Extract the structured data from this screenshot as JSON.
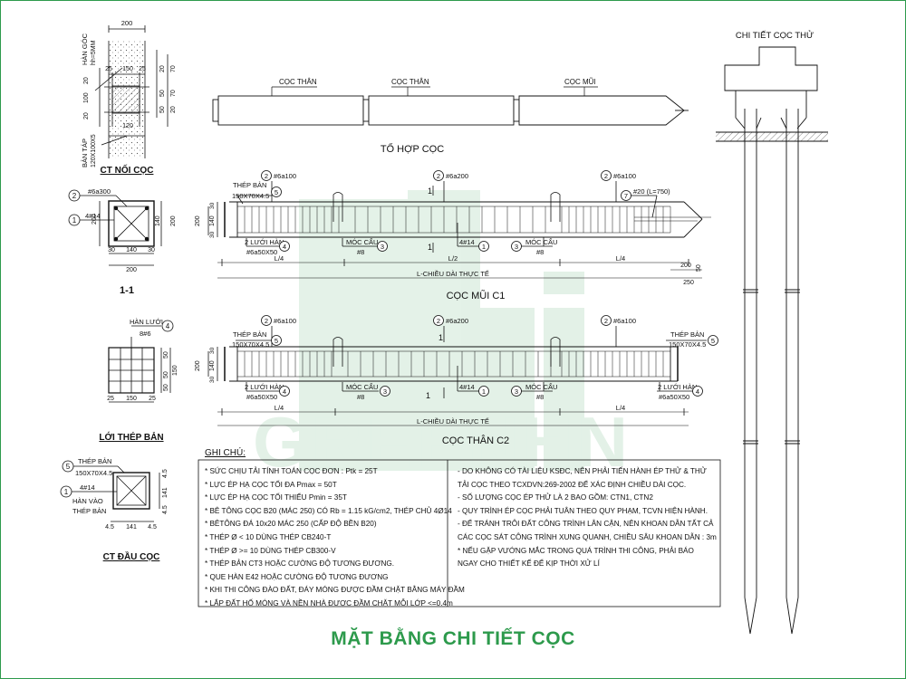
{
  "title": "MẶT BẰNG CHI TIẾT CỌC",
  "watermark": "GREENHN",
  "accent_color": "#2d9a4c",
  "hatch_color": "#444444",
  "test_pile": {
    "title": "CHI TIẾT CỌC THỬ"
  },
  "assembly": {
    "title": "TỔ HỢP CỌC",
    "labels": [
      "CỌC THÂN",
      "CỌC THÂN",
      "CỌC MŨI"
    ]
  },
  "joint": {
    "title": "CT NỐI CỌC",
    "dims": [
      "200",
      "25",
      "150",
      "25",
      "20",
      "70",
      "20",
      "100",
      "20",
      "70",
      "120",
      "50",
      "50",
      "20"
    ],
    "weld_label": "HÀN GÓC",
    "weld_size": "hh=5MM",
    "plate_label": "BẢN TÁP",
    "plate_size": "120X100X5"
  },
  "section_11": {
    "title": "1-1",
    "tag_top": "#6a300",
    "tag_top_num": "2",
    "tag_bar": "4#14",
    "tag_bar_num": "1",
    "dims": [
      "200",
      "140",
      "30",
      "30",
      "200",
      "140",
      "30",
      "30"
    ]
  },
  "mesh": {
    "title": "LỚI THÉP BẢN",
    "weld_label": "HÀN LƯỚI",
    "bar": "8#6",
    "num": "4",
    "dims": [
      "50",
      "50",
      "50",
      "150",
      "25",
      "150",
      "25"
    ]
  },
  "head": {
    "title": "CT ĐẦU CỌC",
    "plate_label": "THÉP BẢN",
    "plate_size": "150X70X4.5",
    "plate_num": "5",
    "bar": "4#14",
    "bar_num": "1",
    "weld_label": "HÀN VÀO",
    "weld_label2": "THÉP BẢN",
    "dims": [
      "4.5",
      "141",
      "4.5",
      "4.5",
      "141",
      "4.5"
    ]
  },
  "tip_pile": {
    "title": "CỌC MŨI C1",
    "stirrups": [
      "#6a100",
      "#6a200",
      "#6a100"
    ],
    "stirrup_num": "2",
    "plate_label": "THÉP BẢN",
    "plate_size": "150X70X4.5",
    "plate_num": "5",
    "mesh_label": "2 LƯỚI HÀN",
    "mesh_size": "#6a50X50",
    "mesh_num": "4",
    "hook_label": "MÓC CẨU",
    "hook_bar": "#8",
    "hook_num": "3",
    "main_bar": "4#14",
    "main_num": "1",
    "tip_bar": "#20 (L=750)",
    "tip_num": "7",
    "section_mark": "1",
    "dims": [
      "L/4",
      "L/2",
      "L/4",
      "L-CHIỀU DÀI THỰC TẾ",
      "200",
      "50",
      "250",
      "200",
      "140",
      "30",
      "30"
    ]
  },
  "body_pile": {
    "title": "CỌC THÂN C2",
    "stirrups": [
      "#6a100",
      "#6a200",
      "#6a100"
    ],
    "stirrup_num": "2",
    "plate_label": "THÉP BẢN",
    "plate_size": "150X70X4.5",
    "plate_num": "5",
    "mesh_label": "2 LƯỚI HÀN",
    "mesh_size": "#6a50X50",
    "mesh_num": "4",
    "hook_label": "MÓC CẨU",
    "hook_bar": "#8",
    "hook_num": "3",
    "main_bar": "4#14",
    "main_num": "1",
    "section_mark": "1",
    "dims": [
      "L/4",
      "L/4",
      "L-CHIỀU DÀI THỰC TẾ",
      "200",
      "140",
      "30",
      "30"
    ]
  },
  "notes": {
    "heading": "GHI CHÚ:",
    "left": [
      "SỨC CHỊU TẢI TÍNH TOÁN CỌC ĐƠN :   Ptk = 25T",
      "LỰC ÉP HẠ CỌC TỐI ĐA Pmax = 50T",
      "LỰC ÉP HẠ CỌC TỐI THIỂU Pmin = 35T",
      "BÊ TÔNG CỌC B20 (MÁC 250) CÓ Rb = 1.15 kG/cm2, THÉP CHỦ 4Ø14",
      "BÊTÔNG ĐÁ 10x20 MÁC 250 (CẤP ĐỘ BỀN B20)",
      "THÉP Ø < 10 DÙNG THÉP CB240-T",
      "THÉP Ø >= 10 DÙNG THÉP CB300-V",
      "THÉP BẢN CT3 HOẶC CƯỜNG ĐỘ TƯƠNG ĐƯƠNG.",
      "QUE HÀN E42 HOẶC CƯỜNG ĐỘ TƯƠNG ĐƯƠNG",
      "KHI THI CÔNG ĐÀO ĐẤT, ĐÁY MÓNG ĐƯỢC ĐẦM CHẶT BẰNG MÁY ĐẦM",
      "LẮP ĐẤT HỐ MÓNG VÀ NỀN NHÀ ĐƯỢC ĐẦM CHẶT MỖI LỚP <=0.4m"
    ],
    "right": [
      "-   DO KHÔNG CÓ TÀI LIỆU KSĐC, NÊN PHẢI TIẾN HÀNH ÉP THỬ & THỬ",
      "TẢI CỌC THEO TCXDVN:269-2002 ĐỂ XÁC ĐỊNH CHIỀU DÀI CỌC.",
      "-   SỐ LƯỢNG CỌC ÉP THỬ LÀ 2 BAO GỒM: CTN1, CTN2",
      "-   QUY TRÌNH ÉP CỌC PHẢI TUÂN THEO QUY PHẠM, TCVN HIỆN HÀNH.",
      "-   ĐỂ TRÁNH TRÔI ĐẤT CÔNG TRÌNH LÂN CẬN, NÊN KHOAN DẪN TẤT CẢ",
      "CÁC CỌC SÁT CÔNG TRÌNH XUNG QUANH, CHIỀU SÂU KHOAN DẪN : 3m",
      "*   NẾU GẶP VƯỚNG MẮC TRONG QUÁ TRÌNH THI CÔNG, PHẢI BÁO",
      "NGAY CHO THIẾT KẾ ĐỂ KỊP THỜI XỬ LÍ"
    ]
  }
}
